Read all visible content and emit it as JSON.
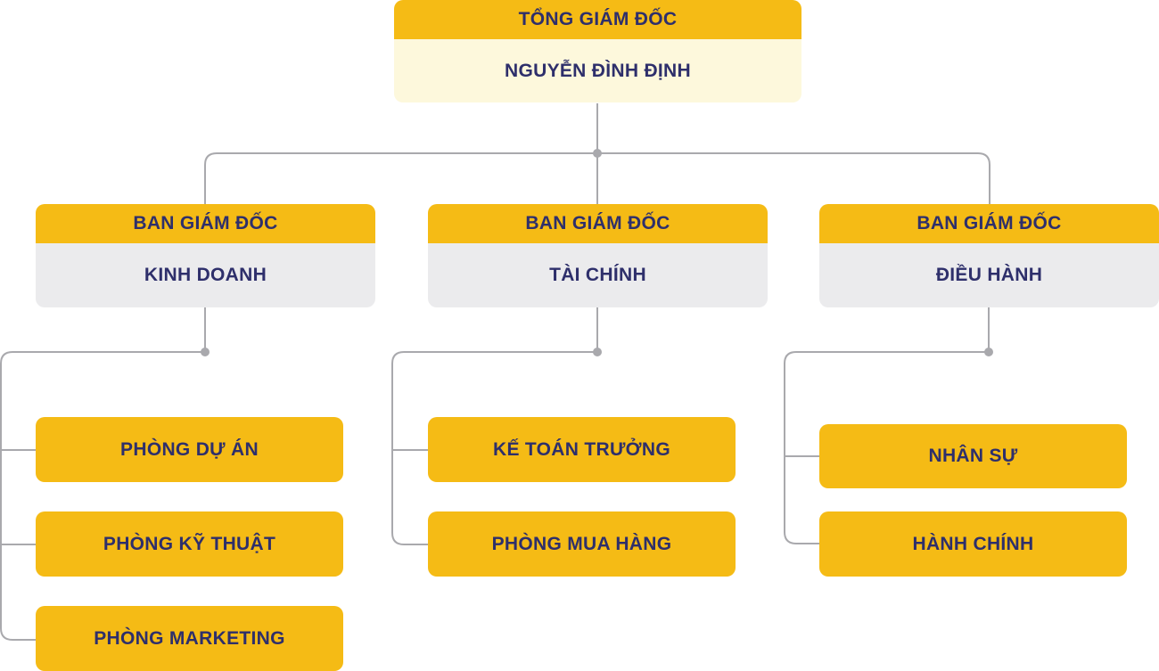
{
  "ceo": {
    "title": "TỔNG GIÁM ĐỐC",
    "name": "NGUYỄN ĐÌNH ĐỊNH"
  },
  "managers": [
    {
      "title": "BAN GIÁM ĐỐC",
      "name": "KINH DOANH"
    },
    {
      "title": "BAN GIÁM ĐỐC",
      "name": "TÀI CHÍNH"
    },
    {
      "title": "BAN GIÁM ĐỐC",
      "name": "ĐIỀU HÀNH"
    }
  ],
  "departments": {
    "kinh_doanh": [
      "PHÒNG DỰ ÁN",
      "PHÒNG KỸ THUẬT",
      "PHÒNG MARKETING"
    ],
    "tai_chinh": [
      "KẾ TOÁN TRƯỞNG",
      "PHÒNG MUA HÀNG"
    ],
    "dieu_hanh": [
      "NHÂN SỰ",
      "HÀNH CHÍNH"
    ]
  },
  "colors": {
    "accent": "#f5bb15",
    "text": "#2e2f6b",
    "ceo_body": "#fdf8dc",
    "manager_body": "#ebebed",
    "line": "#a9a9ad"
  }
}
